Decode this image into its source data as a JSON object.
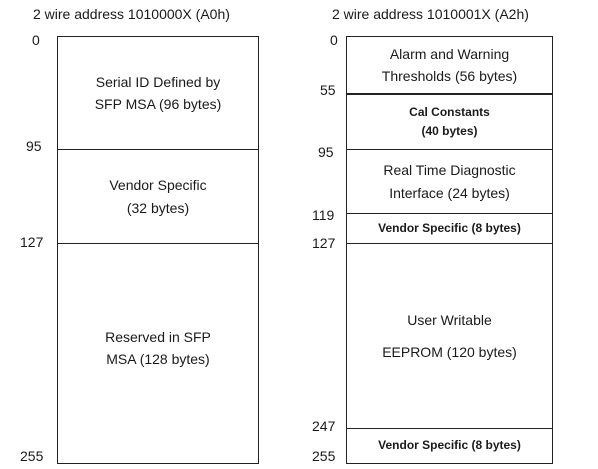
{
  "left": {
    "title": "2 wire address 1010000X (A0h)",
    "addresses": [
      "0",
      "95",
      "127",
      "255"
    ],
    "segments": [
      [
        "Serial ID Defined by",
        "SFP MSA (96 bytes)"
      ],
      [
        "Vendor Specific",
        "(32 bytes)"
      ],
      [
        "Reserved in SFP",
        "MSA (128 bytes)"
      ]
    ]
  },
  "right": {
    "title": "2 wire address 1010001X (A2h)",
    "addresses": [
      "0",
      "55",
      "95",
      "119",
      "127",
      "247",
      "255"
    ],
    "segments": [
      [
        "Alarm and Warning",
        "Thresholds (56 bytes)"
      ],
      [
        "Cal Constants",
        "(40 bytes)"
      ],
      [
        "Real Time Diagnostic",
        "Interface (24 bytes)"
      ],
      [
        "Vendor Specific (8 bytes)"
      ],
      [
        "User Writable",
        "EEPROM (120 bytes)"
      ],
      [
        "Vendor Specific (8 bytes)"
      ]
    ]
  }
}
